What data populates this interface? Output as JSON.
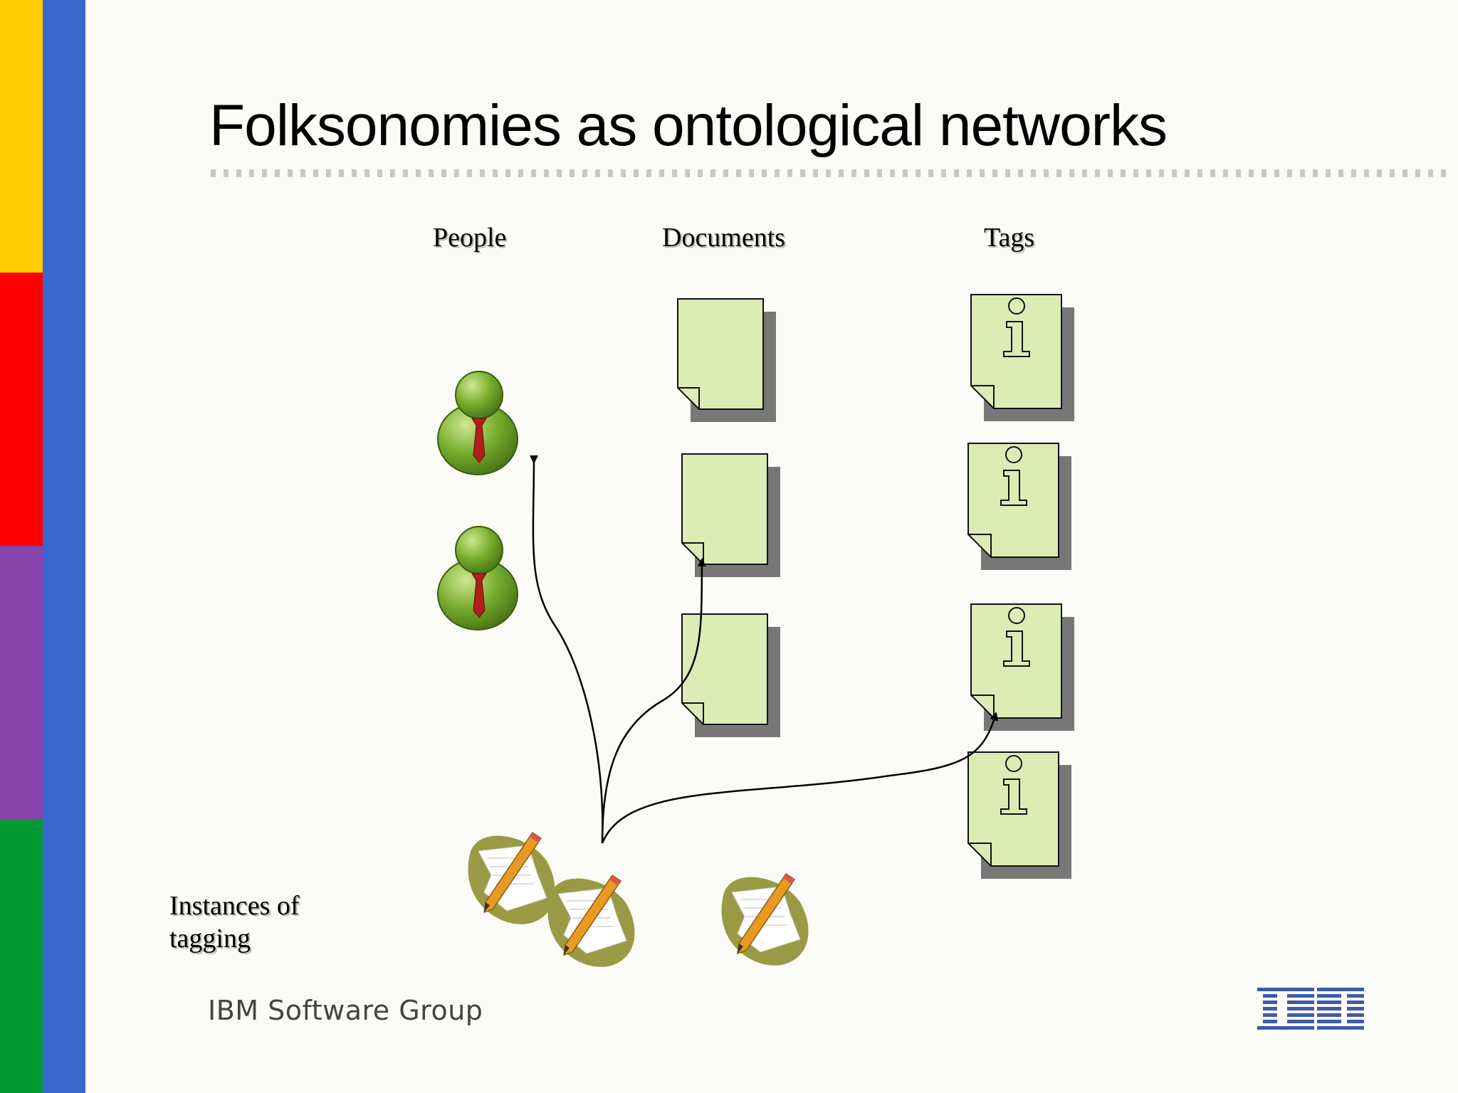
{
  "slide": {
    "title": "Folksonomies as ontological networks",
    "colors": {
      "stripes": [
        "#ffcc00",
        "#ff0000",
        "#8844aa",
        "#009933"
      ],
      "side_bar": "#3a67cc",
      "document_fill": "#dcecb4",
      "person_green": "#6fa32b",
      "tie_red": "#b0201a",
      "ibm_blue": "#3f5ba9"
    }
  },
  "diagram": {
    "columns": {
      "people": "People",
      "documents": "Documents",
      "tags": "Tags"
    },
    "instances_label": [
      "Instances of",
      "tagging"
    ],
    "node_icons": {
      "people": [
        "person-icon",
        "person-icon"
      ],
      "documents": [
        "document-icon",
        "document-icon",
        "document-icon"
      ],
      "tags": [
        "info-tag-icon",
        "info-tag-icon",
        "info-tag-icon",
        "info-tag-icon"
      ],
      "instances": [
        "tagging-note-icon",
        "tagging-note-icon",
        "tagging-note-icon"
      ]
    },
    "links": [
      {
        "from": "tagging instance",
        "to": "person 1"
      },
      {
        "from": "tagging instance",
        "to": "document 2"
      },
      {
        "from": "tagging instance",
        "to": "tag 3"
      }
    ]
  },
  "footer": {
    "group_label": "IBM Software Group",
    "logo_text": "IBM",
    "logo_icon": "ibm-logo-icon"
  }
}
